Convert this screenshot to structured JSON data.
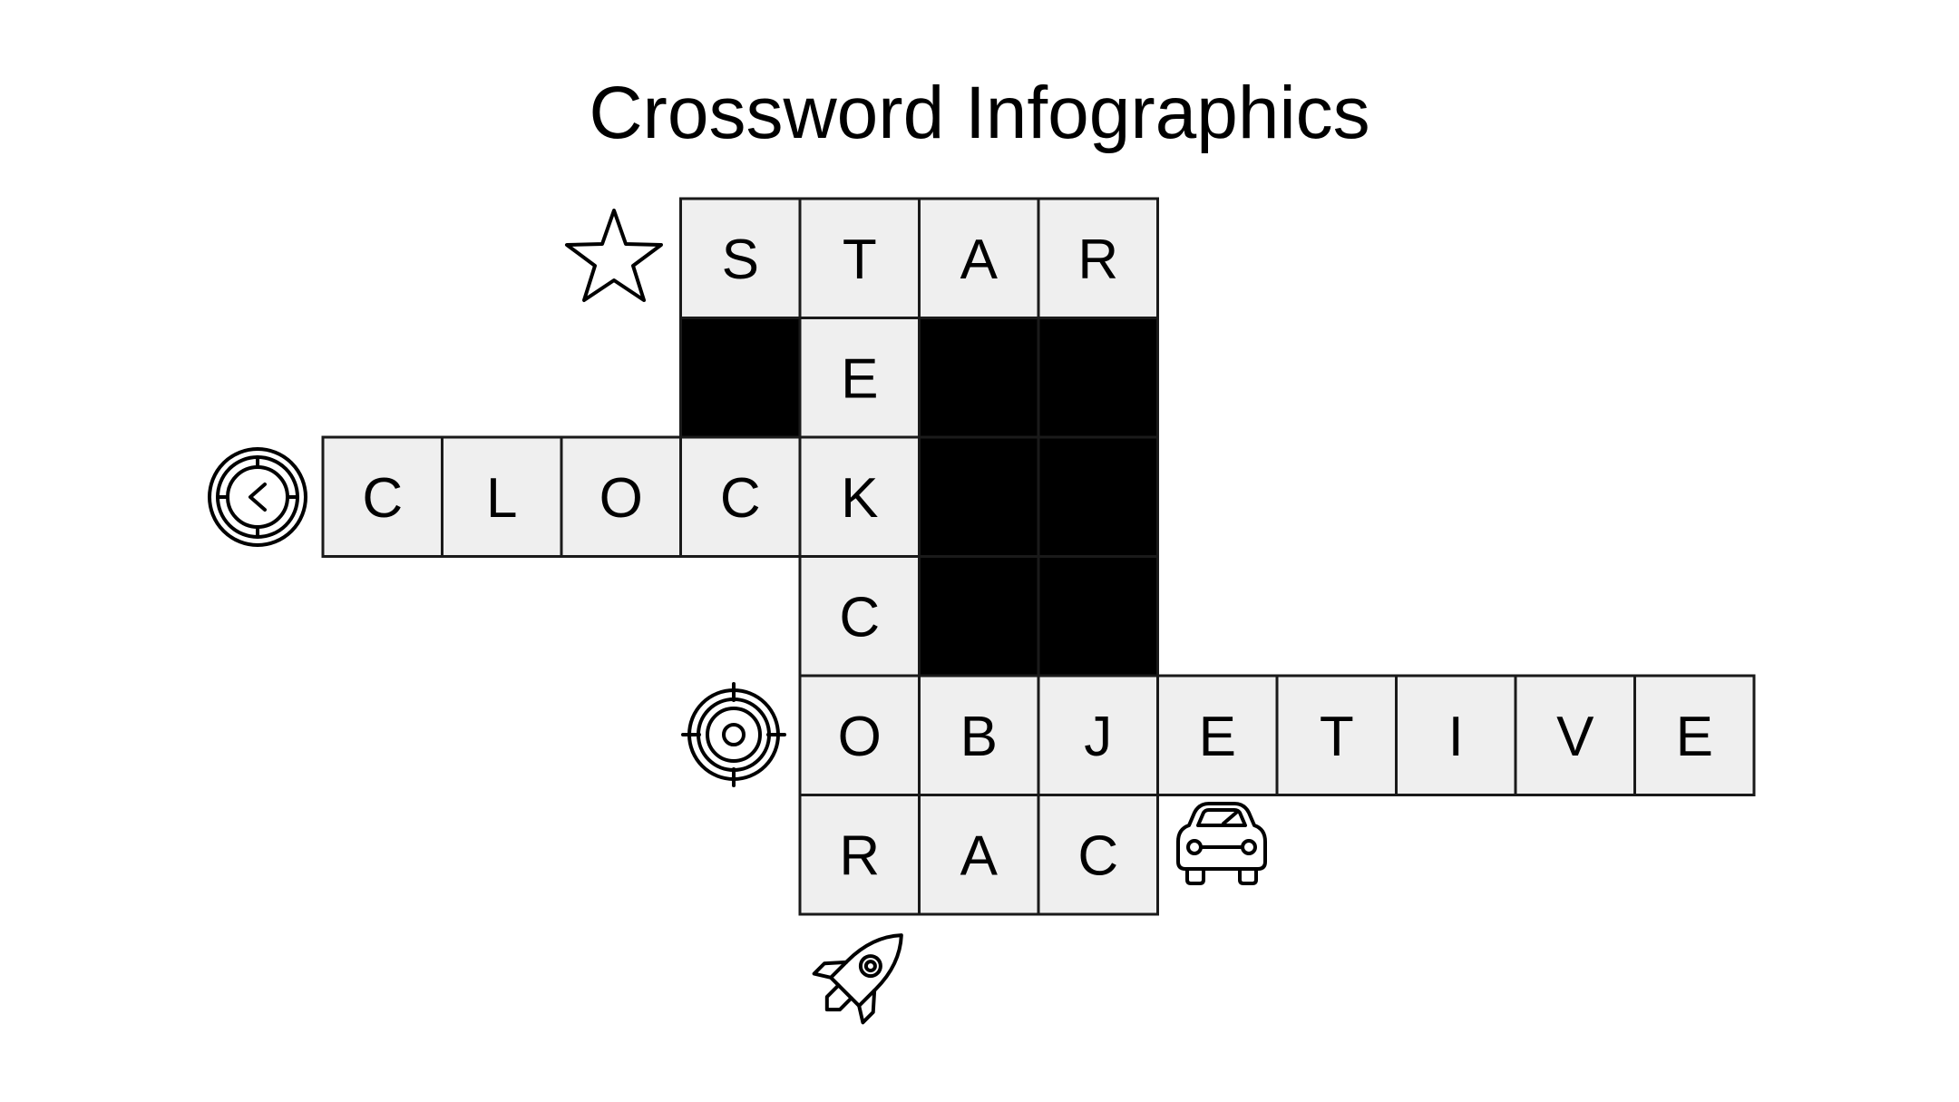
{
  "title": "Crossword Infographics",
  "colors": {
    "cell_fill": "#efefef",
    "block_fill": "#000000",
    "border": "#1a1a1a",
    "text": "#000000"
  },
  "grid": {
    "words": [
      {
        "id": "star",
        "text": "STAR",
        "direction": "across",
        "row": 0,
        "col": 3,
        "icon": "star-icon"
      },
      {
        "id": "clock",
        "text": "CLOCK",
        "direction": "across",
        "row": 2,
        "col": 0,
        "icon": "clock-icon"
      },
      {
        "id": "objetive",
        "text": "OBJETIVE",
        "direction": "across",
        "row": 4,
        "col": 4,
        "icon": "target-icon"
      },
      {
        "id": "rac",
        "text": "RAC",
        "direction": "across",
        "row": 5,
        "col": 4,
        "icon": "car-icon"
      },
      {
        "id": "tekcor",
        "text": "TEKCOR",
        "direction": "down",
        "row": 0,
        "col": 4,
        "icon": "rocket-icon"
      }
    ],
    "black_cells": [
      [
        1,
        3
      ],
      [
        1,
        5
      ],
      [
        1,
        6
      ],
      [
        2,
        5
      ],
      [
        2,
        6
      ],
      [
        3,
        5
      ],
      [
        3,
        6
      ]
    ]
  }
}
